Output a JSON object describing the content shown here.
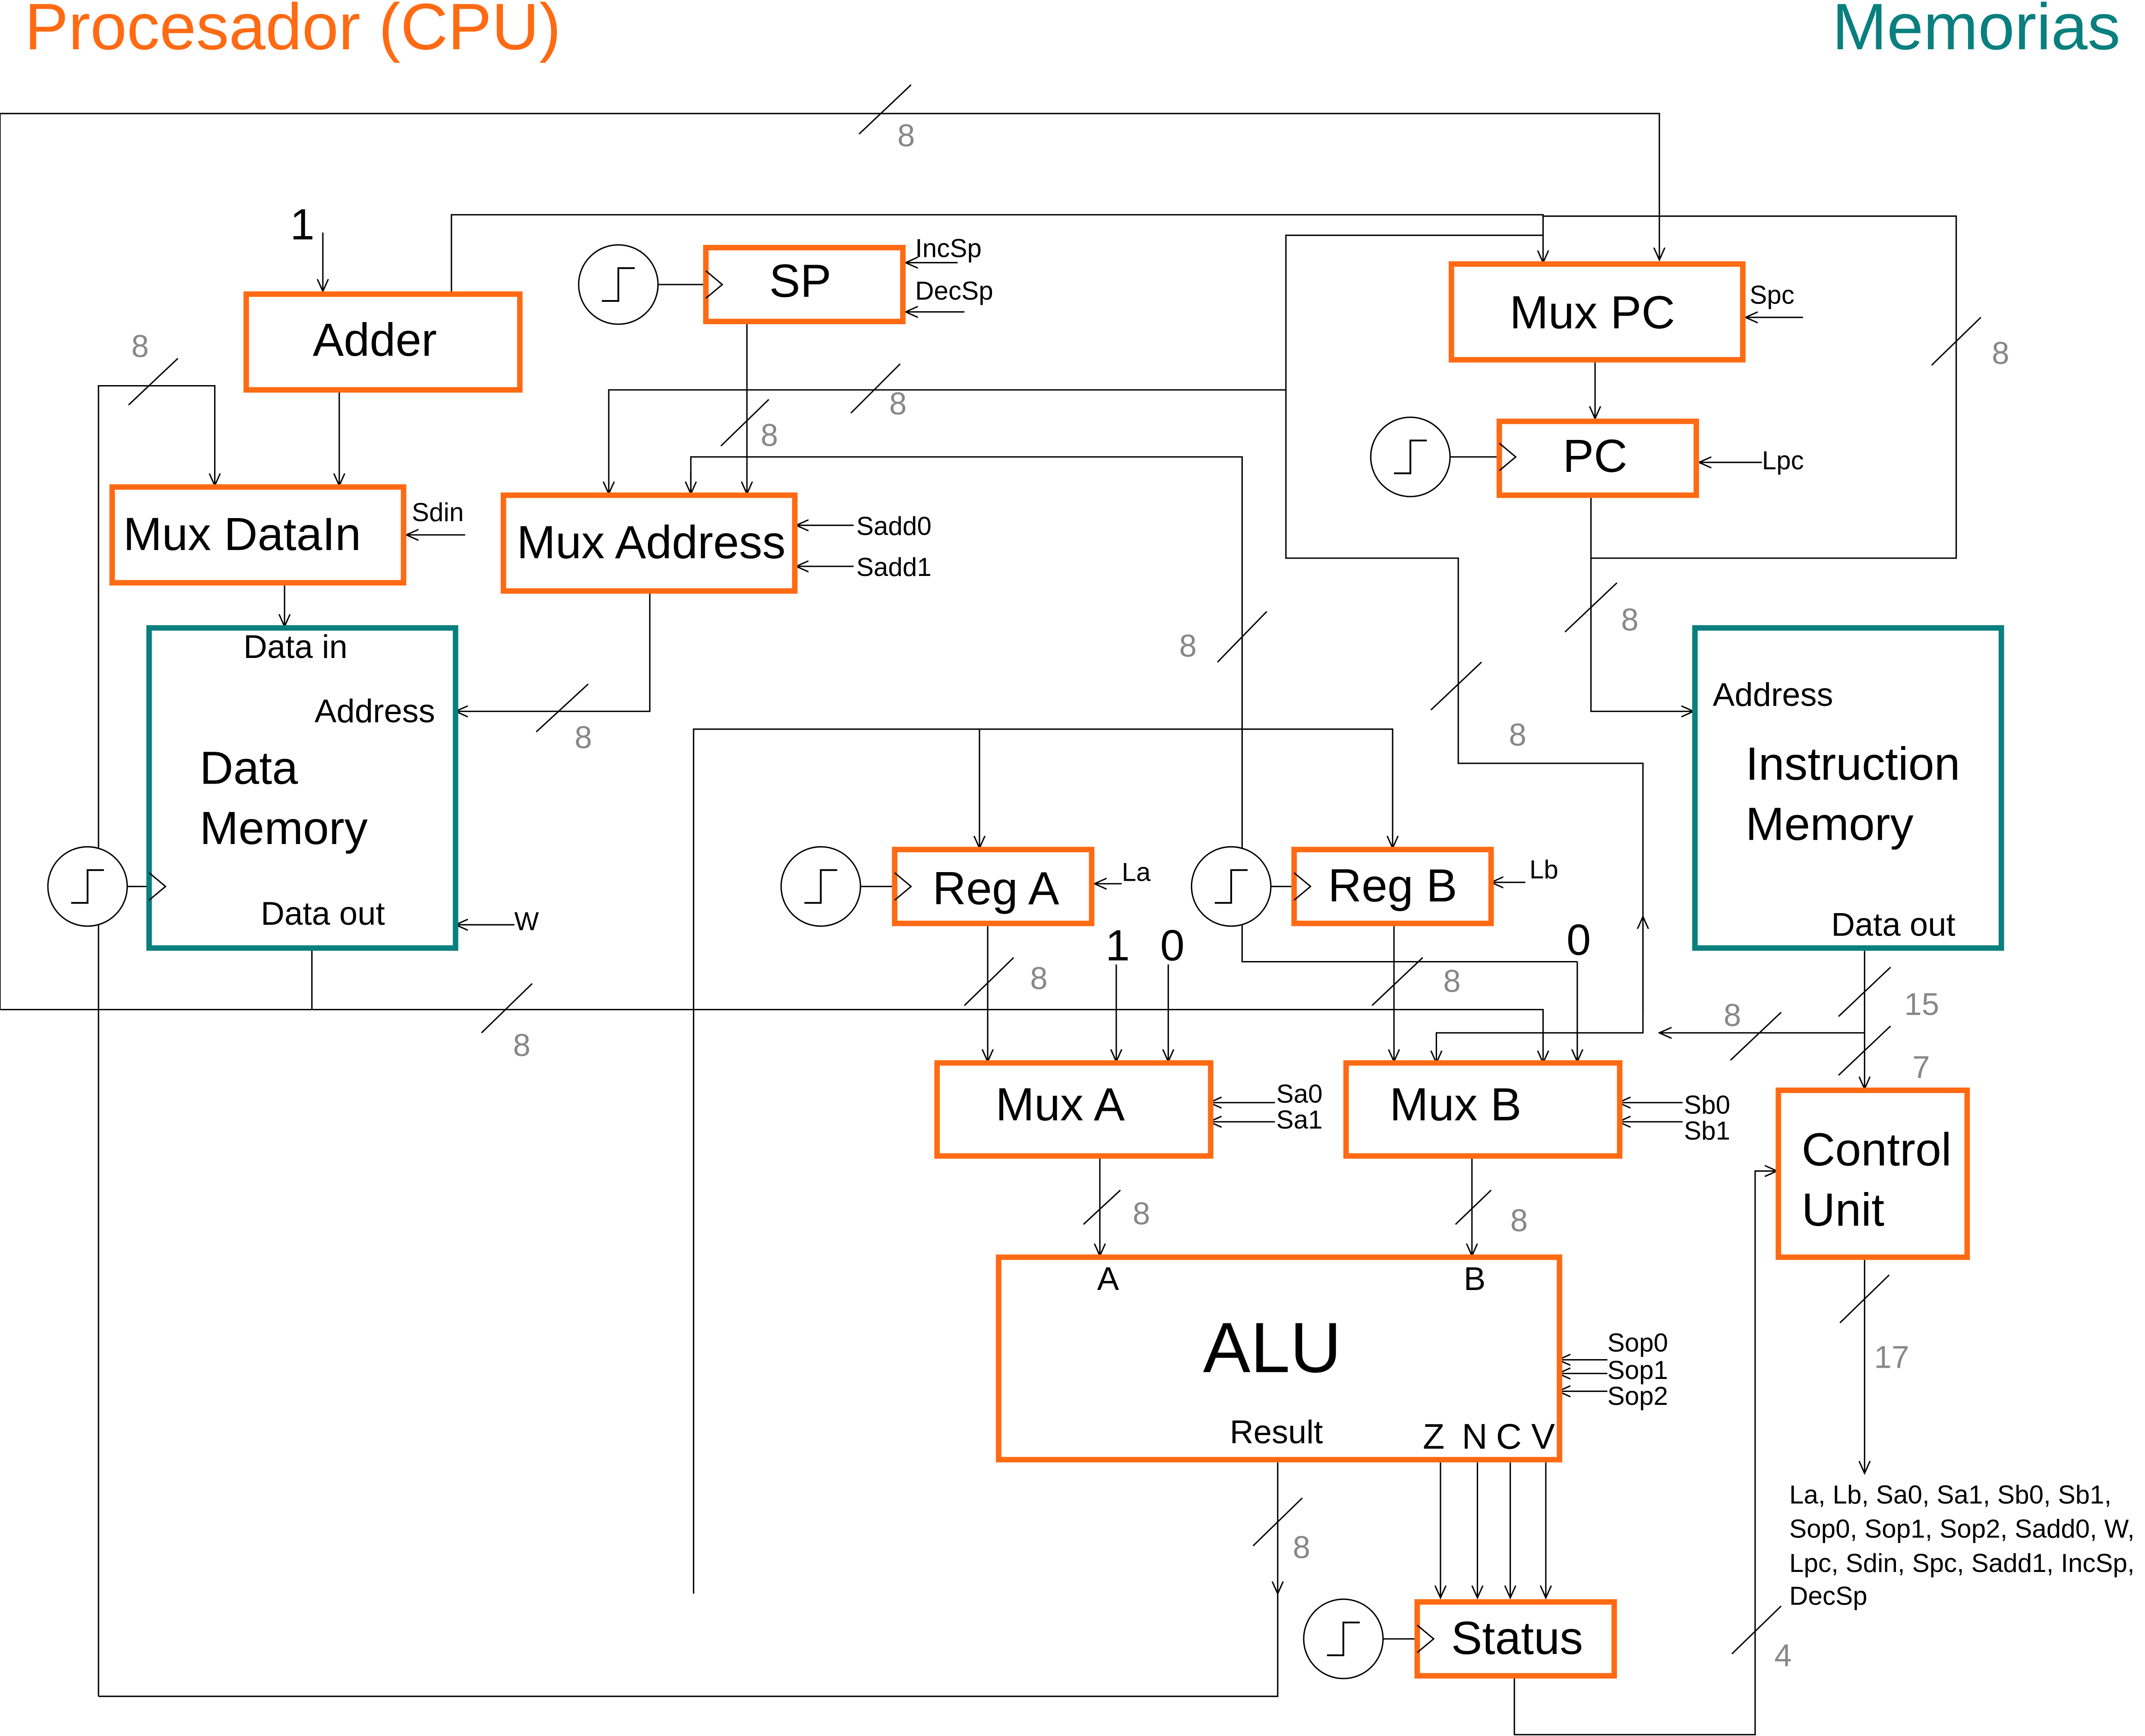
{
  "titles": {
    "cpu": "Procesador (CPU)",
    "memories": "Memorias"
  },
  "colors": {
    "cpu_accent": "#FF6A13",
    "memory_accent": "#0A7F7F",
    "width_label": "#888888",
    "wire": "#000000"
  },
  "blocks": {
    "adder": "Adder",
    "sp": "SP",
    "mux_pc": "Mux PC",
    "pc": "PC",
    "mux_datain": "Mux DataIn",
    "mux_address": "Mux Address",
    "data_memory": {
      "line1": "Data",
      "line2": "Memory",
      "data_in": "Data in",
      "address": "Address",
      "data_out": "Data out"
    },
    "instruction_memory": {
      "line1": "Instruction",
      "line2": "Memory",
      "address": "Address",
      "data_out": "Data out"
    },
    "reg_a": "Reg A",
    "reg_b": "Reg B",
    "mux_a": "Mux A",
    "mux_b": "Mux B",
    "alu": {
      "name": "ALU",
      "in_a": "A",
      "in_b": "B",
      "result": "Result"
    },
    "status": "Status",
    "control_unit": {
      "line1": "Control",
      "line2": "Unit"
    }
  },
  "signals": {
    "inc_sp": "IncSp",
    "dec_sp": "DecSp",
    "spc": "Spc",
    "lpc": "Lpc",
    "sdin": "Sdin",
    "sadd0": "Sadd0",
    "sadd1": "Sadd1",
    "w": "W",
    "la": "La",
    "lb": "Lb",
    "sa0": "Sa0",
    "sa1": "Sa1",
    "sb0": "Sb0",
    "sb1": "Sb1",
    "sop0": "Sop0",
    "sop1": "Sop1",
    "sop2": "Sop2"
  },
  "flags": {
    "z": "Z",
    "n": "N",
    "c": "C",
    "v": "V"
  },
  "constants": {
    "adder_one": "1",
    "mux_a_one": "1",
    "mux_a_zero": "0",
    "mux_b_zero": "0"
  },
  "bus_widths": {
    "top_bus": "8",
    "adder_to_datain": "8",
    "sp_to_mux_address": "8",
    "bus_to_mux_address": "8",
    "right_loop": "8",
    "pc_to_imem": "8",
    "mux_address_to_dmem": "8",
    "left_mid": "8",
    "mid_to_mux_pc": "8",
    "reg_a_out": "8",
    "reg_b_out": "8",
    "dmem_out": "8",
    "imem_to_mux_b": "8",
    "imem_out": "15",
    "control_in": "7",
    "mux_a_out": "8",
    "mux_b_out": "8",
    "control_out": "17",
    "alu_result": "8",
    "status_out": "4"
  },
  "control_outputs": [
    "La, Lb, Sa0, Sa1, Sb0, Sb1,",
    "Sop0, Sop1, Sop2, Sadd0, W,",
    "Lpc, Sdin, Spc, Sadd1, IncSp,",
    "DecSp"
  ]
}
